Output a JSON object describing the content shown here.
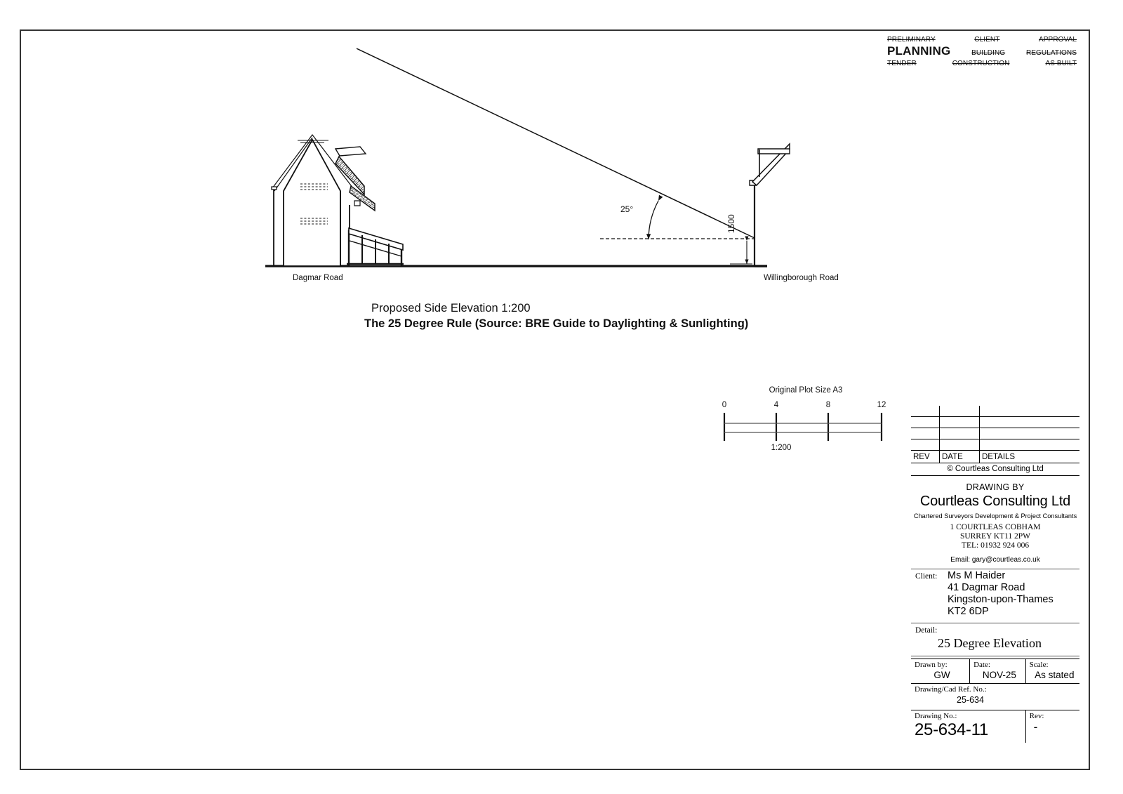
{
  "status_stamp": {
    "row1": [
      "PRELIMINARY",
      "CLIENT",
      "APPROVAL"
    ],
    "row2_active": "PLANNING",
    "row2_rest": [
      "BUILDING",
      "REGULATIONS"
    ],
    "row3": [
      "TENDER",
      "CONSTRUCTION",
      "AS BUILT"
    ]
  },
  "drawing": {
    "left_road_label": "Dagmar Road",
    "right_road_label": "Willingborough Road",
    "angle_label": "25°",
    "height_dimension": "1500",
    "caption_line1": "Proposed Side Elevation 1:200",
    "caption_line2": "The 25 Degree Rule (Source: BRE Guide to Daylighting & Sunlighting)"
  },
  "scalebar": {
    "title": "Original Plot Size A3",
    "ticks": [
      "0",
      "4",
      "8",
      "12"
    ],
    "ratio": "1:200"
  },
  "titleblock": {
    "rev_table": {
      "headers": [
        "REV",
        "DATE",
        "DETAILS"
      ],
      "rows": [
        [
          "",
          "",
          ""
        ],
        [
          "",
          "",
          ""
        ],
        [
          "",
          "",
          ""
        ],
        [
          "",
          "",
          ""
        ]
      ]
    },
    "copyright": "©  Courtleas Consulting Ltd",
    "drawing_by_caption": "DRAWING BY",
    "company_name": "Courtleas Consulting Ltd",
    "company_subtitle": "Chartered Surveyors Development & Project Consultants",
    "address": [
      "1 COURTLEAS COBHAM",
      "SURREY KT11 2PW",
      "TEL: 01932 924 006"
    ],
    "email": "Email: gary@courtleas.co.uk",
    "client_caption": "Client:",
    "client_lines": [
      "Ms M Haider",
      "41 Dagmar Road",
      "Kingston-upon-Thames",
      "KT2 6DP"
    ],
    "detail_caption": "Detail:",
    "detail_value": "25 Degree Elevation",
    "drawn_by_caption": "Drawn by:",
    "drawn_by_value": "GW",
    "date_caption": "Date:",
    "date_value": "NOV-25",
    "scale_caption": "Scale:",
    "scale_value": "As stated",
    "ref_caption": "Drawing/Cad Ref. No.:",
    "ref_value": "25-634",
    "drawing_no_caption": "Drawing No.:",
    "drawing_no_value": "25-634-11",
    "rev_caption": "Rev:",
    "rev_value": "-"
  }
}
